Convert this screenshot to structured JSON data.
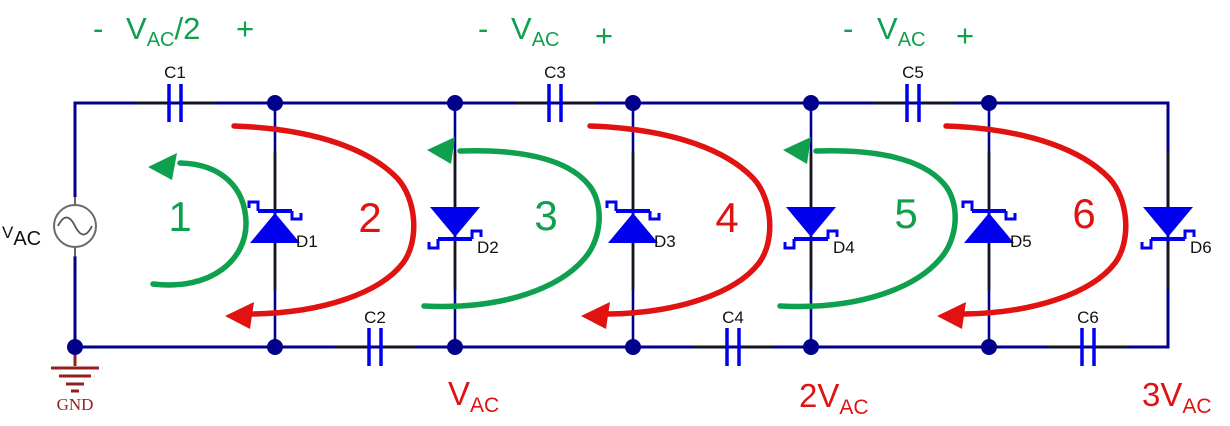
{
  "circuit": {
    "description": "Cockcroft-Walton voltage multiplier ladder with numbered charge-transfer loops",
    "source_label": {
      "main": "V",
      "sub": "AC"
    },
    "ground_label": "GND",
    "capacitors": [
      "C1",
      "C2",
      "C3",
      "C4",
      "C5",
      "C6"
    ],
    "diodes": [
      "D1",
      "D2",
      "D3",
      "D4",
      "D5",
      "D6"
    ],
    "loops": [
      {
        "number": "1",
        "color": "green",
        "direction": "counterclockwise"
      },
      {
        "number": "2",
        "color": "red",
        "direction": "clockwise"
      },
      {
        "number": "3",
        "color": "green",
        "direction": "counterclockwise"
      },
      {
        "number": "4",
        "color": "red",
        "direction": "clockwise"
      },
      {
        "number": "5",
        "color": "green",
        "direction": "counterclockwise"
      },
      {
        "number": "6",
        "color": "red",
        "direction": "clockwise"
      }
    ],
    "stage_voltage_labels": [
      {
        "minus": "-",
        "symbol": "V",
        "subscript": "AC",
        "suffix": "/2",
        "plus": "+"
      },
      {
        "minus": "-",
        "symbol": "V",
        "subscript": "AC",
        "suffix": "",
        "plus": "+"
      },
      {
        "minus": "-",
        "symbol": "V",
        "subscript": "AC",
        "suffix": "",
        "plus": "+"
      }
    ],
    "output_voltage_labels": [
      {
        "value": "V",
        "subscript": "AC"
      },
      {
        "value": "2V",
        "subscript": "AC"
      },
      {
        "value": "3V",
        "subscript": "AC"
      }
    ],
    "colors": {
      "wire_navy": "#00008B",
      "component_blue": "#0000EE",
      "loop_green": "#0FA04E",
      "loop_red": "#E01212",
      "ground_maroon": "#941F1F",
      "text_black": "#111111"
    }
  }
}
